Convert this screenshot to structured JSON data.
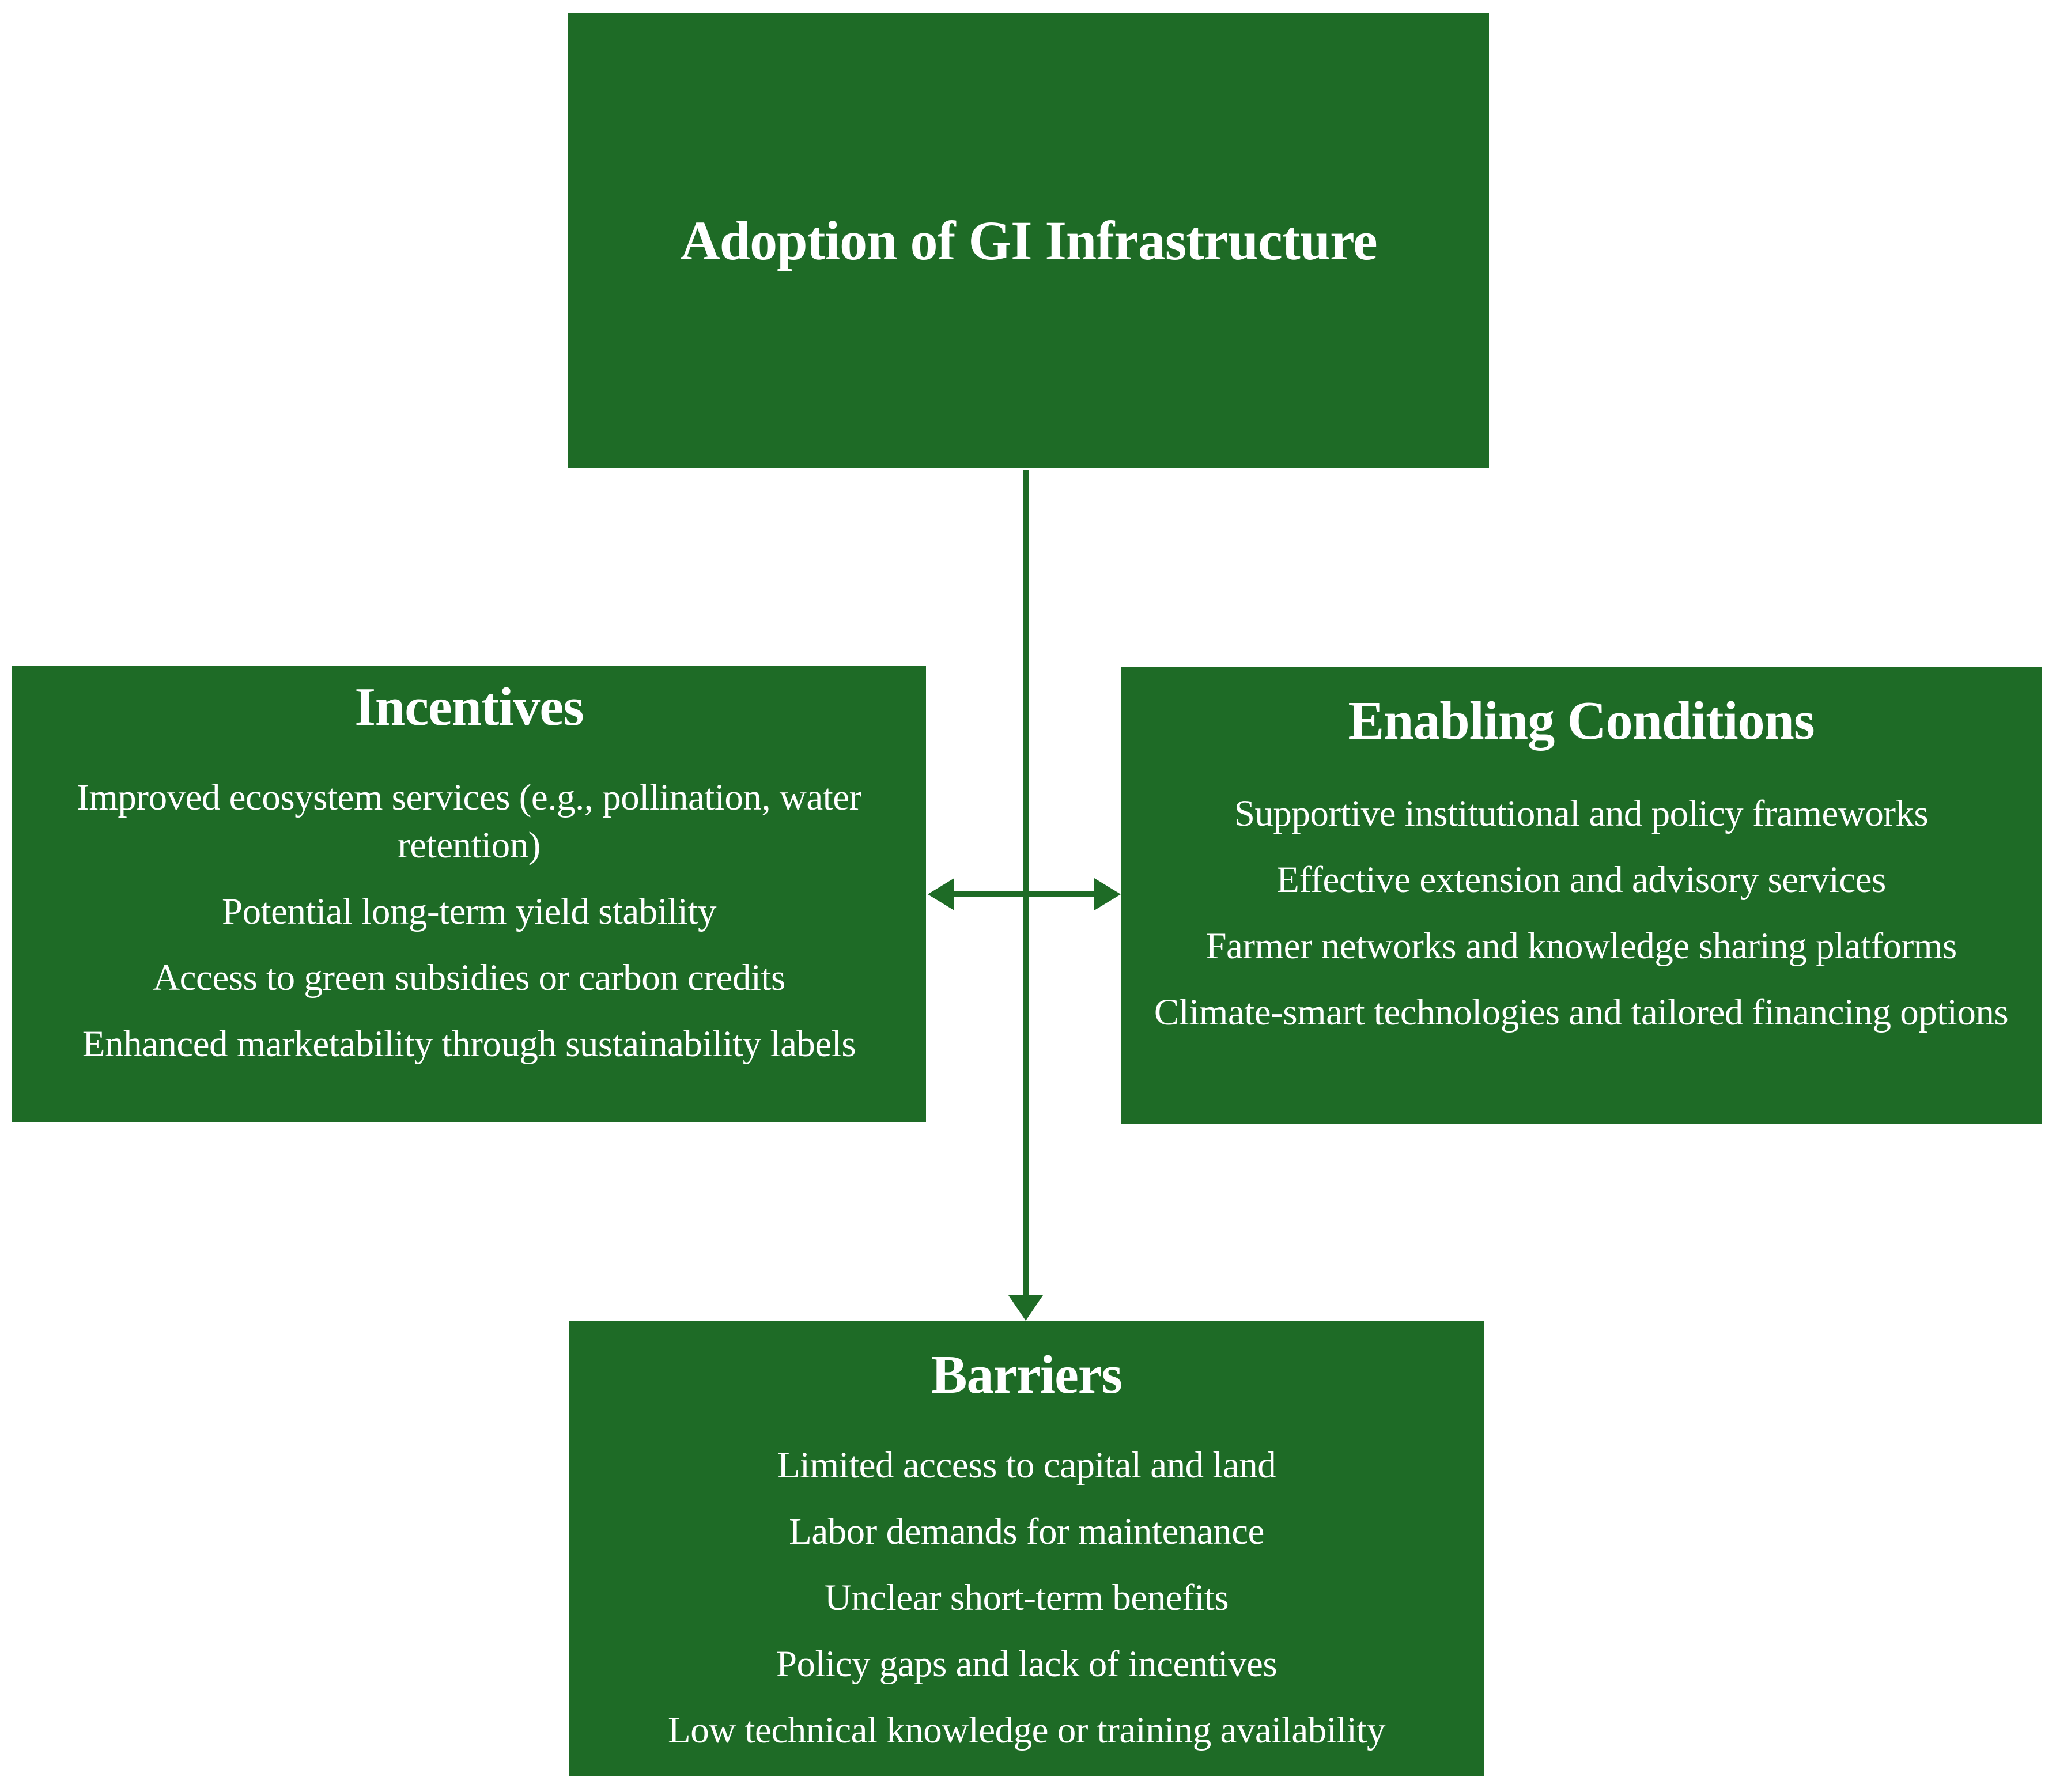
{
  "diagram": {
    "colors": {
      "box_green": "#1e6b26",
      "arrow_green": "#1e6b26",
      "text_white": "#ffffff",
      "background": "#ffffff"
    },
    "adoption": {
      "title": "Adoption of GI Infrastructure"
    },
    "incentives": {
      "title": "Incentives",
      "items": [
        "Improved ecosystem services (e.g., pollination, water retention)",
        "Potential long-term yield stability",
        "Access to green subsidies or carbon credits",
        "Enhanced marketability through sustainability labels"
      ]
    },
    "enabling_conditions": {
      "title": "Enabling Conditions",
      "items": [
        "Supportive institutional and policy frameworks",
        "Effective extension and advisory services",
        "Farmer networks and knowledge sharing platforms",
        "Climate-smart technologies and tailored financing options"
      ]
    },
    "barriers": {
      "title": "Barriers",
      "items": [
        "Limited access to capital and land",
        "Labor demands for maintenance",
        "Unclear short-term benefits",
        "Policy gaps and lack of incentives",
        "Low technical knowledge or training availability"
      ]
    }
  }
}
